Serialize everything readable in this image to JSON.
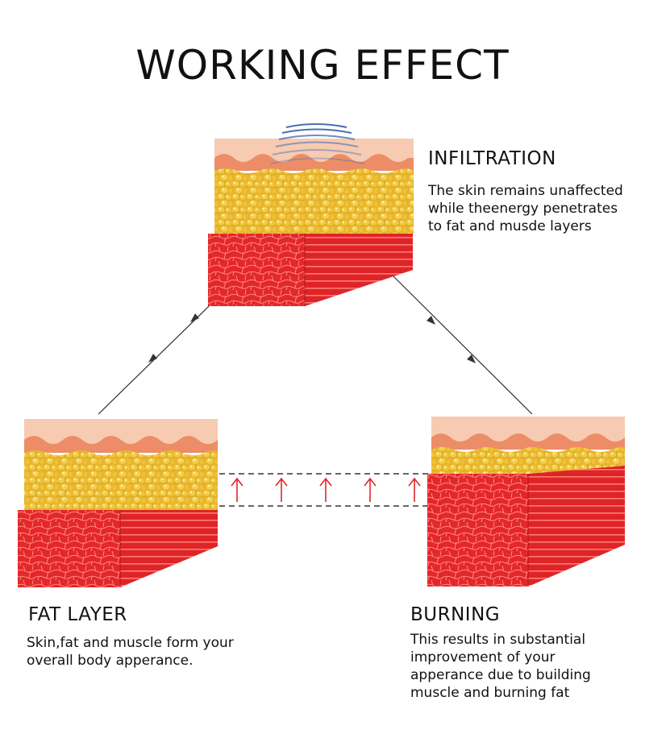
{
  "title": "WORKING EFFECT",
  "stages": {
    "infiltration": {
      "heading": "INFILTRATION",
      "lines": [
        "The skin remains unaffected",
        "while theenergy penetrates",
        "to fat and musde layers"
      ]
    },
    "fat_layer": {
      "heading": "FAT LAYER",
      "lines": [
        "Skin,fat and muscle form your",
        "overall body apperance."
      ]
    },
    "burning": {
      "heading": "BURNING",
      "lines": [
        "This results in substantial",
        "improvement of your",
        "apperance due to building",
        "muscle and burning fat"
      ]
    }
  },
  "colors": {
    "skin_top": "#f6cbb2",
    "skin_edge": "#ec8d68",
    "fat": "#e8b52c",
    "fat_dark": "#b98a1a",
    "muscle": "#e3272b",
    "muscle_dark": "#b51519",
    "arrow": "#e0262b",
    "wave": "#4a6fb0",
    "line": "#333333"
  },
  "icons": [
    "ultrasound-wave-icon",
    "up-arrow-icon",
    "triangle-arrowhead-icon"
  ]
}
